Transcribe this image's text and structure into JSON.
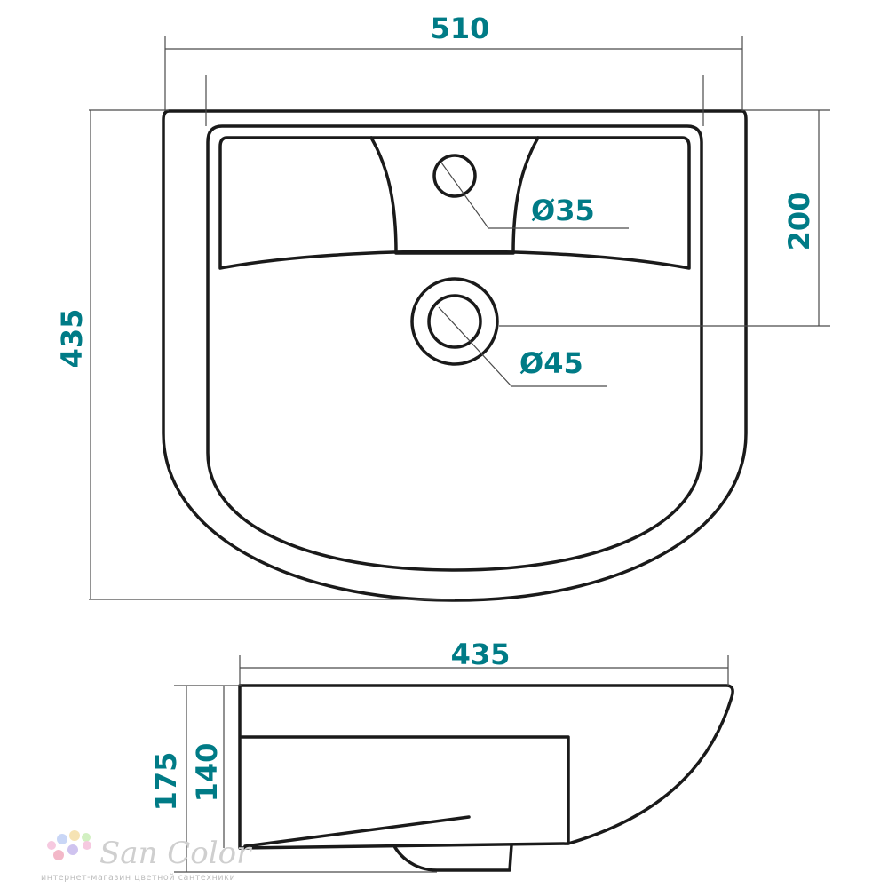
{
  "diagram": {
    "top_view": {
      "width_label": "510",
      "depth_label": "435",
      "overflow_distance_label": "200",
      "tap_hole_label": "Ø35",
      "drain_hole_label": "Ø45"
    },
    "side_view": {
      "depth_label": "435",
      "total_height_label": "175",
      "bowl_height_label": "140"
    }
  },
  "logo": {
    "name": "San Color",
    "tagline": "интернет-магазин цветной сантехники",
    "dot_colors": [
      "#f6c9e0",
      "#c9d6f6",
      "#f6e3b4",
      "#d2f0c2",
      "#f3b8c8",
      "#cfc3ef"
    ]
  },
  "colors": {
    "dimension_text": "#007b86",
    "outline": "#1a1a1a",
    "dimension_line": "#4a4a4a"
  }
}
